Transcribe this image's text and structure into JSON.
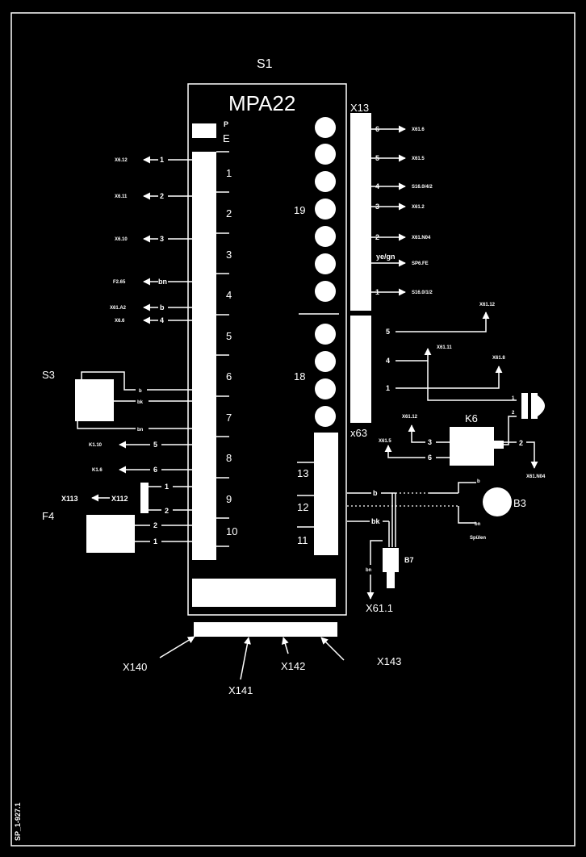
{
  "module": {
    "ref": "S1",
    "name": "MPA22",
    "pe_top": "P",
    "pe_bottom": "E"
  },
  "left_terminals": [
    "1",
    "2",
    "3",
    "4",
    "5",
    "6",
    "7",
    "8",
    "9",
    "10"
  ],
  "inner_labels": {
    "upper_group": "19",
    "lower_group": "18"
  },
  "bottom_terminals": [
    "13",
    "12",
    "11"
  ],
  "x13": {
    "label": "X13",
    "pins": [
      {
        "num": "6",
        "target": "X61.6"
      },
      {
        "num": "5",
        "target": "X61.5"
      },
      {
        "num": "4",
        "target": "S16.0/4/2"
      },
      {
        "num": "3",
        "target": "X61.2"
      },
      {
        "num": "2",
        "target": "X61.N04"
      },
      {
        "num": "ye/gn",
        "target": "SP6.FE"
      },
      {
        "num": "1",
        "target": "S16.0/1/2"
      }
    ]
  },
  "x63": {
    "label": "x63",
    "pins": [
      {
        "num": "5",
        "target": "X61.12"
      },
      {
        "num": "4",
        "target": "X61.11"
      },
      {
        "num": "1",
        "target": "X61.8"
      }
    ]
  },
  "left_wires": [
    {
      "pin": "1",
      "target": "X6.12"
    },
    {
      "pin": "2",
      "target": "X6.11"
    },
    {
      "pin": "3",
      "target": "X6.10"
    },
    {
      "pin": "bn",
      "target": "F2.65"
    },
    {
      "pin": "b",
      "target": "X61.A2"
    },
    {
      "pin": "4",
      "target": "X6.6"
    }
  ],
  "s3": {
    "label": "S3",
    "wires": [
      "b",
      "bk",
      "bn"
    ]
  },
  "lower_left_wires": [
    {
      "pin": "5",
      "target": "K1.10"
    },
    {
      "pin": "6",
      "target": "K1.6"
    }
  ],
  "x112": {
    "label": "X112",
    "target": "X113",
    "pins": [
      "1",
      "2"
    ]
  },
  "f4": {
    "label": "F4",
    "pins": [
      "2",
      "1"
    ]
  },
  "k6": {
    "label": "K6",
    "pins": [
      {
        "num": "3",
        "target": "X61.12"
      },
      {
        "num": "6",
        "target": "X61.5"
      },
      {
        "num": "2",
        "target": "X61.N04"
      }
    ],
    "coil_pins": [
      "1",
      "2"
    ]
  },
  "b3": {
    "label": "B3",
    "caption": "Spülen",
    "wires": [
      "b",
      "bn"
    ]
  },
  "b7": {
    "label": "B7",
    "wire": "bn",
    "target": "X61.1"
  },
  "wires_13_11": [
    "b",
    "bk"
  ],
  "connectors": [
    "X140",
    "X141",
    "X142",
    "X143"
  ],
  "doc_id": "SP_1-927.1"
}
